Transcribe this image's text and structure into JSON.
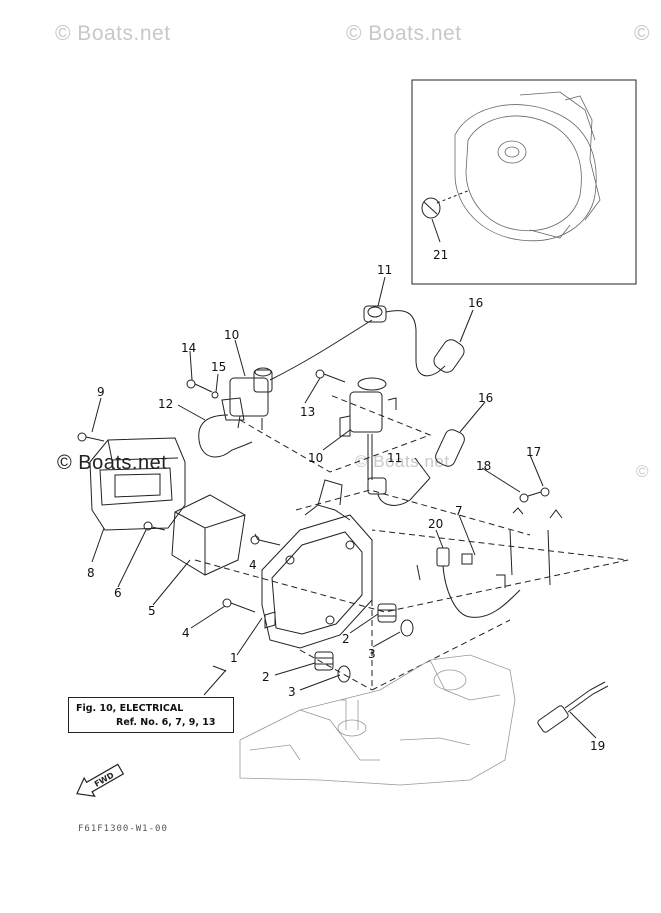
{
  "watermarks": [
    "© Boats.net",
    "© Boats.net",
    "©",
    "© Boats.net",
    "© Boats.net",
    "©"
  ],
  "callouts": {
    "c1": "1",
    "c2a": "2",
    "c2b": "2",
    "c3a": "3",
    "c3b": "3",
    "c4a": "4",
    "c4b": "4",
    "c5": "5",
    "c6": "6",
    "c7": "7",
    "c8": "8",
    "c9": "9",
    "c10a": "10",
    "c10b": "10",
    "c11a": "11",
    "c11b": "11",
    "c12": "12",
    "c13": "13",
    "c14": "14",
    "c15": "15",
    "c16a": "16",
    "c16b": "16",
    "c17": "17",
    "c18": "18",
    "c19": "19",
    "c20": "20",
    "c21": "21"
  },
  "reference_box": {
    "line1": "Fig. 10, ELECTRICAL",
    "line2": "Ref. No. 6, 7, 9, 13"
  },
  "forward_label": "FWD",
  "drawing_code": "F61F1300-W1-00"
}
